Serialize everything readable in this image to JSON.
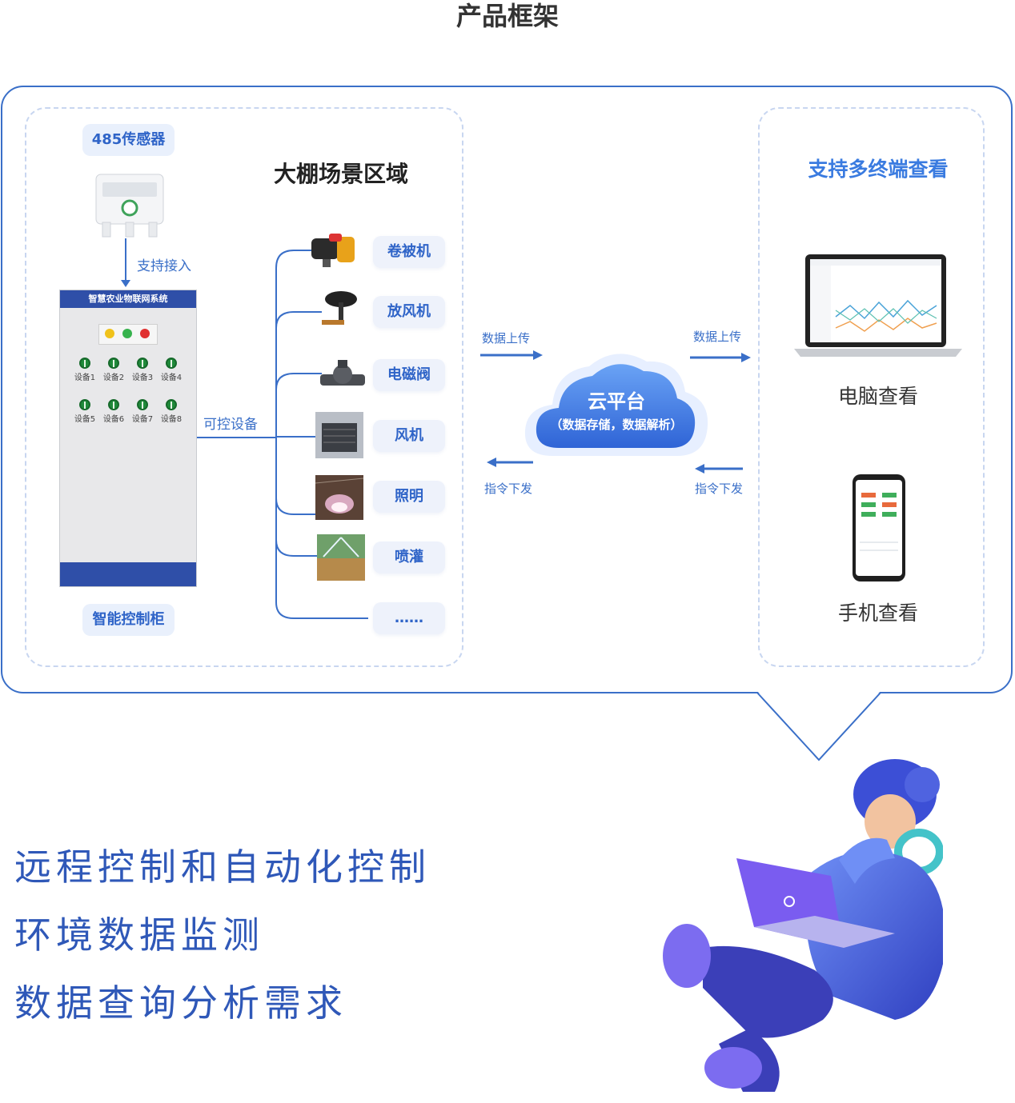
{
  "page_title": "产品框架",
  "left_panel": {
    "scene_title": "大棚场景区域",
    "sensor_label": "485传感器",
    "support_access": "支持接入",
    "cabinet": {
      "header": "智能控制柜",
      "screen_title": "智慧农业物联网系统",
      "devices_row1": [
        "设备1",
        "设备2",
        "设备3",
        "设备4"
      ],
      "devices_row2": [
        "设备5",
        "设备6",
        "设备7",
        "设备8"
      ]
    },
    "controllable_label": "可控设备",
    "devices": [
      "卷被机",
      "放风机",
      "电磁阀",
      "风机",
      "照明",
      "喷灌",
      "……"
    ]
  },
  "cloud": {
    "title": "云平台",
    "subtitle": "（数据存储，数据解析）",
    "upload_left": "数据上传",
    "upload_right": "数据上传",
    "command_left": "指令下发",
    "command_right": "指令下发"
  },
  "right_panel": {
    "title": "支持多终端查看",
    "computer_label": "电脑查看",
    "phone_label": "手机查看"
  },
  "features": [
    "远程控制和自动化控制",
    "环境数据监测",
    "数据查询分析需求"
  ],
  "colors": {
    "accent": "#3a6fc8",
    "cloud": "#4a86e8",
    "pill_bg": "#e9f0fc"
  }
}
